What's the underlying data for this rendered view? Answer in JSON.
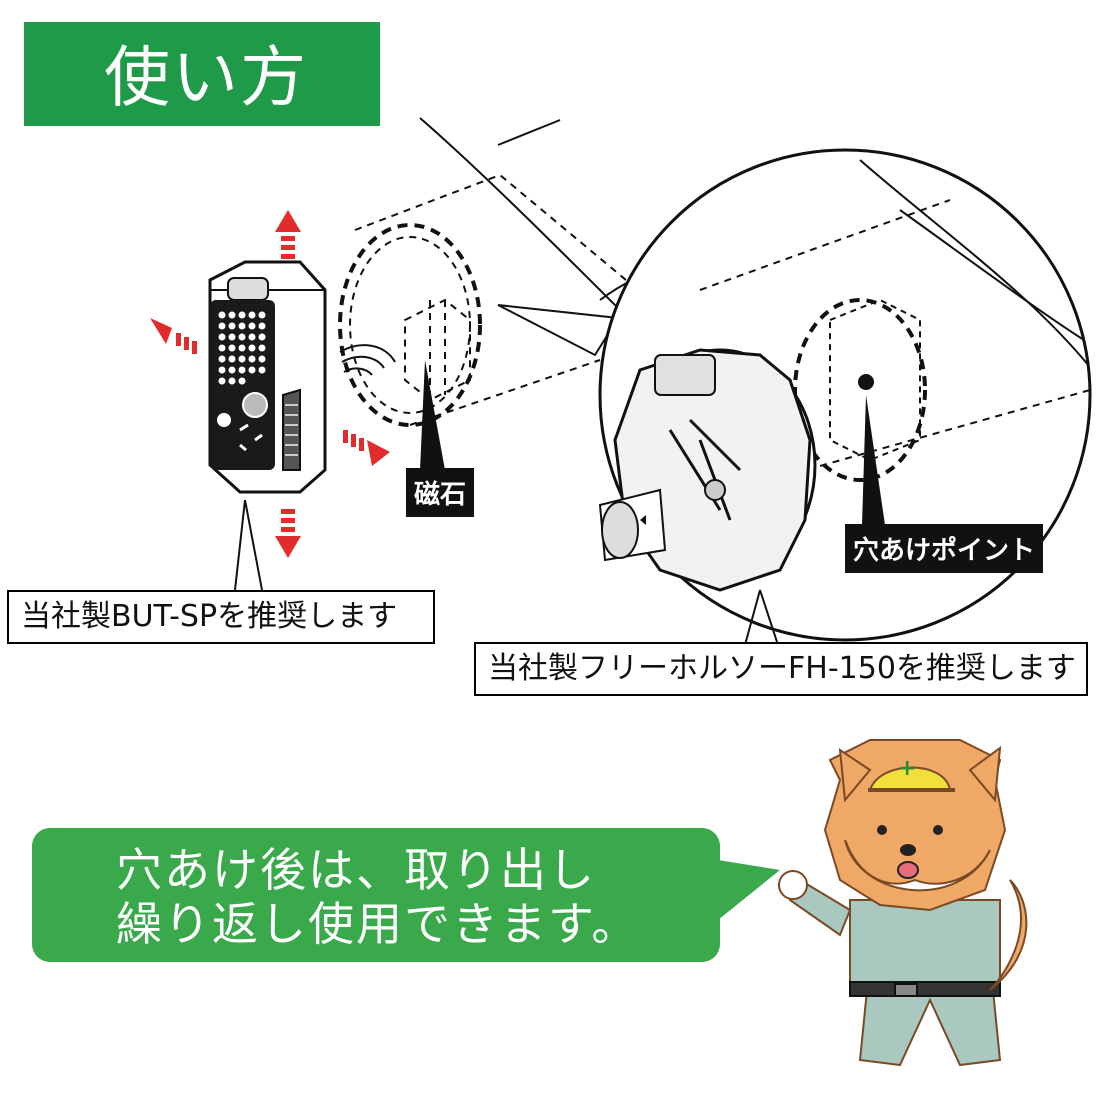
{
  "title": "使い方",
  "labels": {
    "magnet": "磁石",
    "drill_point": "穴あけポイント",
    "recommend_detector": "当社製BUT-SPを推奨します",
    "recommend_holesaw": "当社製フリーホルソーFH-150を推奨します"
  },
  "speech": {
    "line1": "穴あけ後は、取り出し",
    "line2": "繰り返し使用できます。"
  },
  "mascot": {
    "helmet_mark": "+"
  },
  "colors": {
    "title_green": "#1f9a48",
    "bubble_green": "#3aa94b",
    "arrow_red": "#e22b2b",
    "label_black": "#111111",
    "fur_orange": "#f0a866",
    "helmet_yellow": "#f2e03a",
    "uniform_teal": "#a9c8c0"
  },
  "icons": [
    "red-arrow-icon",
    "magnet-wave-icon",
    "detector-device-icon",
    "hole-saw-icon",
    "shiba-mascot-icon"
  ]
}
